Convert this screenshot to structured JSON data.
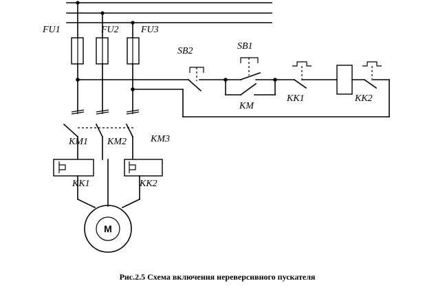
{
  "labels": {
    "fu1": "FU1",
    "fu2": "FU2",
    "fu3": "FU3",
    "sb2": "SB2",
    "sb1": "SB1",
    "km": "KM",
    "kk1_ctrl": "KK1",
    "kk2_ctrl": "KK2",
    "km1": "KM1",
    "km2": "KM2",
    "km3": "KM3",
    "kk1_power": "KK1",
    "kk2_power": "KK2",
    "motor": "M"
  },
  "caption": "Рис.2.5 Схема включения нереверсивного пускателя"
}
